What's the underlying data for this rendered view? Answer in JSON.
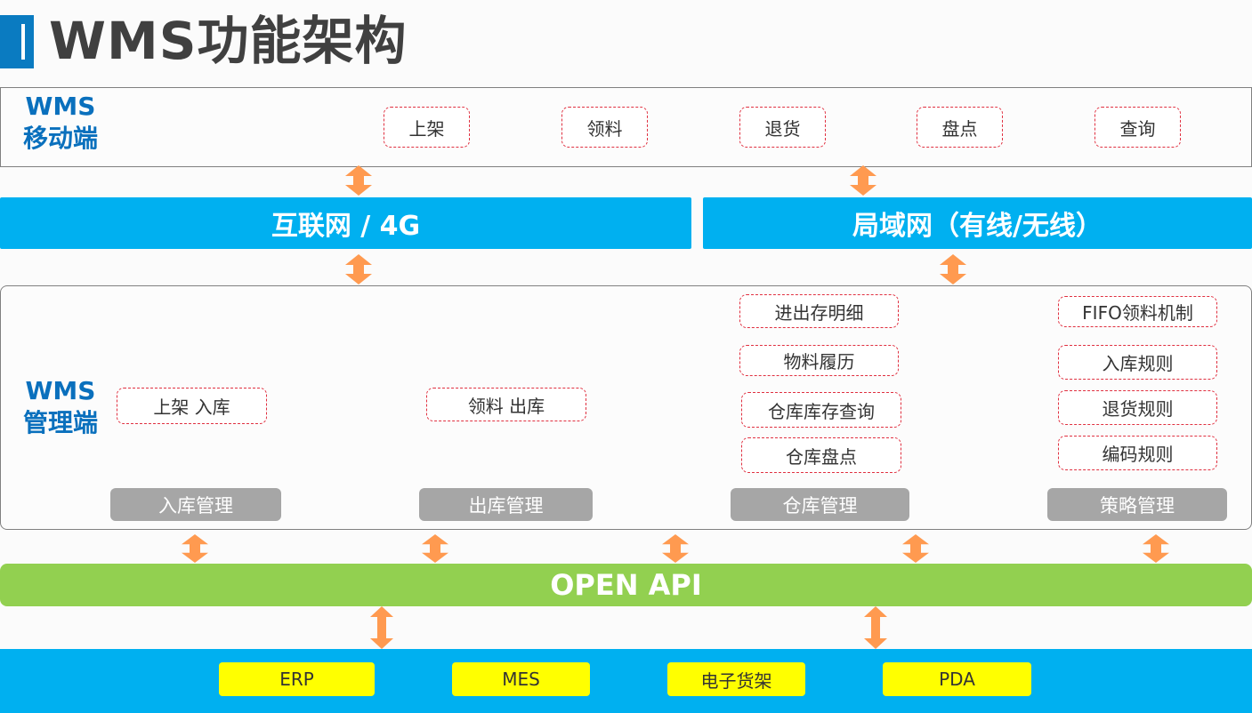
{
  "title": "WMS功能架构",
  "mobile": {
    "label_line1": "WMS",
    "label_line2": "移动端",
    "items": [
      "上架",
      "领料",
      "退货",
      "盘点",
      "查询"
    ]
  },
  "networks": {
    "internet": "互联网 / 4G",
    "lan": "局域网（有线/无线）"
  },
  "management": {
    "label_line1": "WMS",
    "label_line2": "管理端",
    "inbound": {
      "items": [
        "上架 入库"
      ],
      "category": "入库管理"
    },
    "outbound": {
      "items": [
        "领料 出库"
      ],
      "category": "出库管理"
    },
    "warehouse": {
      "items": [
        "进出存明细",
        "物料履历",
        "仓库库存查询",
        "仓库盘点"
      ],
      "category": "仓库管理"
    },
    "strategy": {
      "items": [
        "FIFO领料机制",
        "入库规则",
        "退货规则",
        "编码规则"
      ],
      "category": "策略管理"
    }
  },
  "api": {
    "label": "OPEN API"
  },
  "systems": [
    "ERP",
    "MES",
    "电子货架",
    "PDA"
  ],
  "colors": {
    "accent": "#0a7bc1",
    "network": "#00b0f0",
    "api": "#92d050",
    "arrow": "#ff9a50",
    "system": "#ffff00"
  }
}
